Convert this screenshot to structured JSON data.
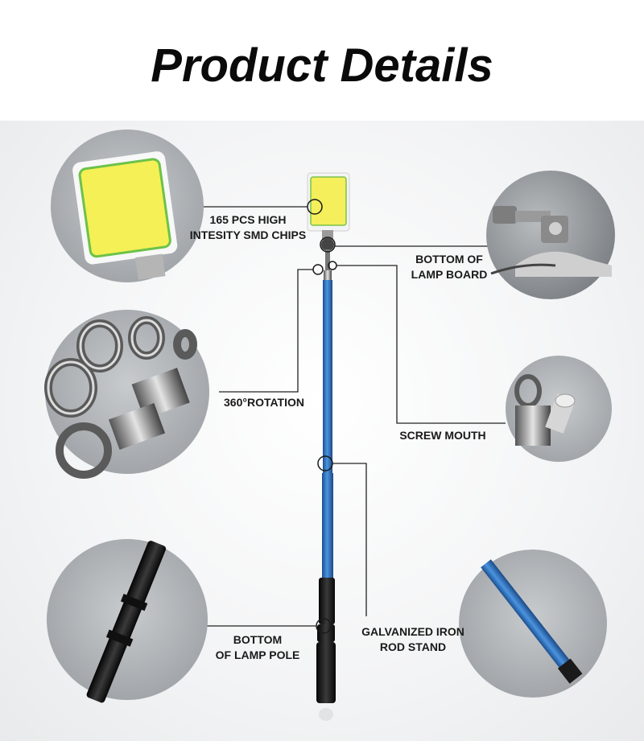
{
  "page": {
    "title": "Product Details"
  },
  "callouts": {
    "chips": "165 PCS HIGH\nINTESITY SMD CHIPS",
    "lamp_board": "BOTTOM OF\nLAMP BOARD",
    "rotation": "360°ROTATION",
    "screw_mouth": "SCREW MOUTH",
    "lamp_pole": "BOTTOM\nOF LAMP POLE",
    "rod_stand": "GALVANIZED IRON\nROD STAND"
  },
  "colors": {
    "panel_yellow": "#f4f055",
    "panel_green": "#6cc24a",
    "pole_blue": "#2a6db8",
    "grip_black": "#1a1a1a",
    "leader_line": "#222222"
  }
}
